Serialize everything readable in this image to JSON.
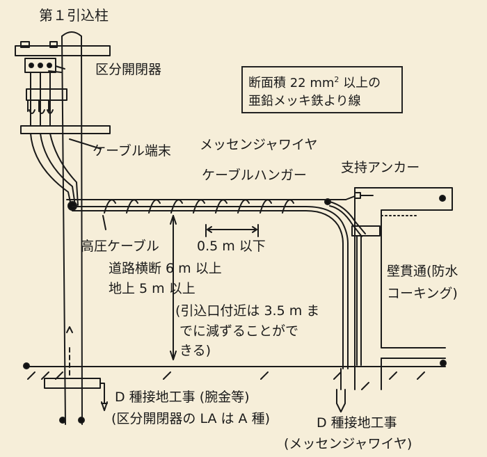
{
  "labels": {
    "pole_title": "第１引込柱",
    "switchgear": "区分開閉器",
    "spec_line1": "断面積 22 mm",
    "spec_sup": "2",
    "spec_line1_tail": " 以上の",
    "spec_line2": "亜鉛メッキ鉄より線",
    "cable_terminal": "ケーブル端末",
    "messenger_wire": "メッセンジャワイヤ",
    "support_anchor": "支持アンカー",
    "cable_hanger": "ケーブルハンガー",
    "hv_cable": "高圧ケーブル",
    "spacing": "0.5 m 以下",
    "road_crossing": "道路横断 6 m 以上",
    "above_ground": "地上 5 m 以上",
    "note_line1": "(引込口付近は 3.5 m ま",
    "note_line2": "でに減ずることがで",
    "note_line3": "きる)",
    "wall_penetration_1": "壁貫通(防水",
    "wall_penetration_2": "コーキング)",
    "ground_d_pole_1": "D 種接地工事 (腕金等)",
    "ground_d_pole_2": "(区分開閉器の LA は A 種)",
    "ground_d_msg_1": "D 種接地工事",
    "ground_d_msg_2": "(メッセンジャワイヤ)"
  }
}
